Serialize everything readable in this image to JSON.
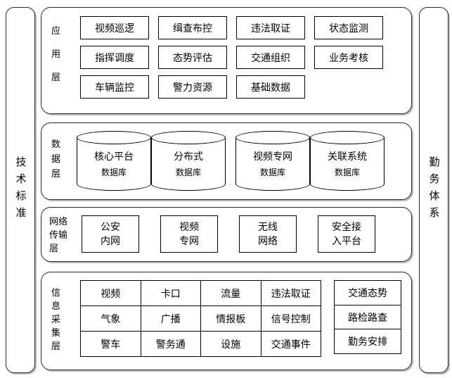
{
  "pillars": {
    "left": {
      "label": "技术标准"
    },
    "right": {
      "label": "勤务体系"
    }
  },
  "layers": {
    "application": {
      "label": "应用层",
      "rows": [
        [
          "视频巡逻",
          "缉查布控",
          "违法取证",
          "状态监测"
        ],
        [
          "指挥调度",
          "态势评估",
          "交通组织",
          "业务考核"
        ],
        [
          "车辆监控",
          "警力资源",
          "基础数据"
        ]
      ]
    },
    "data": {
      "label": "数据层",
      "cylinders": [
        {
          "title": "核心平台",
          "sub": "数据库"
        },
        {
          "title": "分布式",
          "sub": "数据库"
        },
        {
          "title": "视频专网",
          "sub": "数据库"
        },
        {
          "title": "关联系统",
          "sub": "数据库"
        }
      ]
    },
    "network": {
      "label_lines": [
        "网络",
        "传输",
        "层"
      ],
      "boxes": [
        {
          "line1": "公安",
          "line2": "内网"
        },
        {
          "line1": "视频",
          "line2": "专网"
        },
        {
          "line1": "无线",
          "line2": "网络"
        },
        {
          "line1": "安全接",
          "line2": "入平台"
        }
      ]
    },
    "collection": {
      "label": "信息采集层",
      "grid": [
        [
          "视频",
          "卡口",
          "流量",
          "违法取证"
        ],
        [
          "气象",
          "广播",
          "情报板",
          "信号控制"
        ],
        [
          "警车",
          "警务通",
          "设施",
          "交通事件"
        ]
      ],
      "side_column": [
        "交通态势",
        "路检路查",
        "勤务安排"
      ]
    }
  },
  "colors": {
    "stroke": "#2b2b2b",
    "box_stroke": "#000000",
    "shadow": "#b9b9b9",
    "background": "#ffffff"
  }
}
